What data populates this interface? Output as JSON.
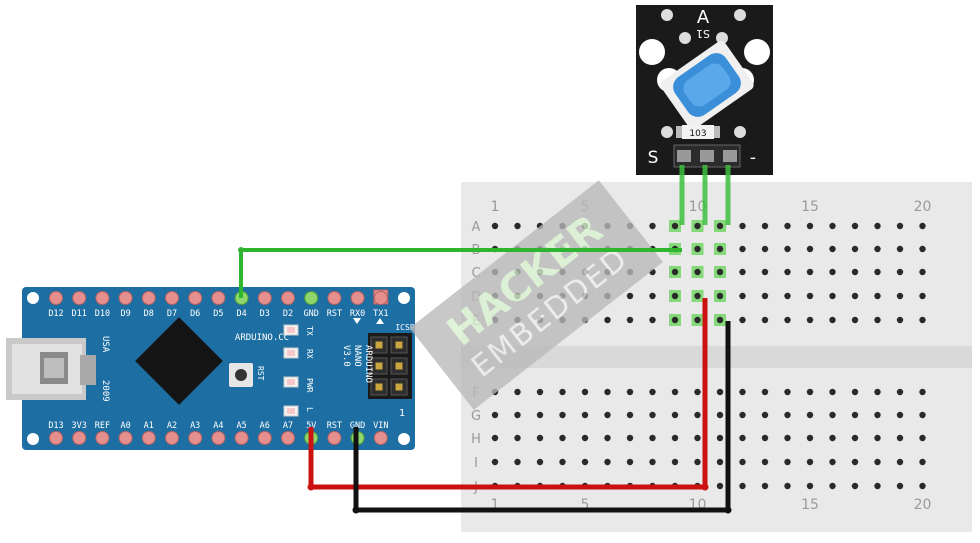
{
  "breadboard": {
    "row_labels_top": [
      "A",
      "B",
      "C",
      "D",
      "E"
    ],
    "row_labels_bottom": [
      "F",
      "G",
      "H",
      "I",
      "J"
    ],
    "column_numbers_top": [
      "1",
      "5",
      "10",
      "15",
      "20"
    ],
    "column_numbers_bottom": [
      "1",
      "5",
      "10",
      "15",
      "20"
    ]
  },
  "arduino": {
    "top_pins": [
      "D12",
      "D11",
      "D10",
      "D9",
      "D8",
      "D7",
      "D6",
      "D5",
      "D4",
      "D3",
      "D2",
      "GND",
      "RST",
      "RX0",
      "TX1"
    ],
    "bottom_pins": [
      "D13",
      "3V3",
      "REF",
      "A0",
      "A1",
      "A2",
      "A3",
      "A4",
      "A5",
      "A6",
      "A7",
      "5V",
      "RST",
      "GND",
      "VIN"
    ],
    "brand_text": "ARDUINO.CC",
    "model_text": [
      "ARDUINO",
      "NANO",
      "V3.0"
    ],
    "usa_text": "USA",
    "year_text": "2009",
    "rst_label": "RST",
    "icsp_label": "ICSP",
    "led_labels": [
      "TX",
      "RX",
      "PWR",
      "L"
    ],
    "pin1_label": "1"
  },
  "module": {
    "top_label": "A",
    "s1_label": "S1",
    "resistor_label": "103",
    "pin_left_label": "S",
    "pin_right_label": "-"
  },
  "watermark": {
    "line1": "HACKER",
    "line2": "EMBEDDED"
  },
  "colors": {
    "board_blue": "#1d6fa3",
    "wire_green": "#2fb52f",
    "wire_red": "#cc1111",
    "wire_black": "#111111",
    "breadboard": "#e9e9e9",
    "module_black": "#1a1a1a",
    "switch_blue": "#3a8fd8"
  }
}
